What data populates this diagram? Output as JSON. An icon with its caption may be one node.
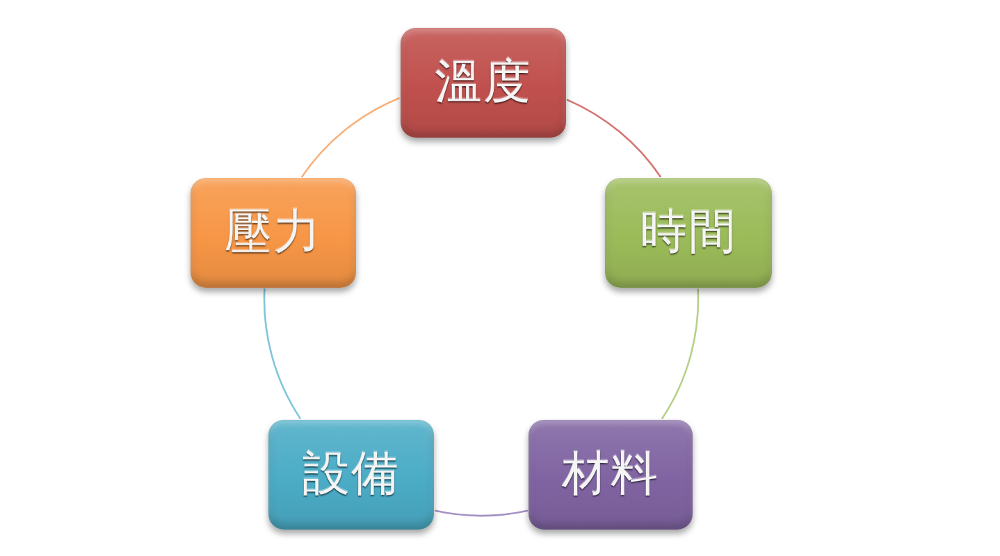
{
  "diagram": {
    "nodes": [
      {
        "text": [
          "溫度"
        ]
      },
      {
        "text": [
          "壓力"
        ]
      },
      {
        "text": [
          "時間"
        ]
      },
      {
        "text": [
          "設備"
        ]
      },
      {
        "text": [
          "材料"
        ]
      }
    ],
    "edges": [
      {
        "from": 0,
        "to": 2,
        "arrow": "none",
        "color": "#d37673"
      },
      {
        "from": 2,
        "to": 4,
        "arrow": "none",
        "color": "#b7d08a"
      },
      {
        "from": 4,
        "to": 3,
        "arrow": "none",
        "color": "#a591c4"
      },
      {
        "from": 3,
        "to": 1,
        "arrow": "none",
        "color": "#7fc6da"
      },
      {
        "from": 1,
        "to": 0,
        "arrow": "none",
        "color": "#f7b27e"
      }
    ]
  }
}
